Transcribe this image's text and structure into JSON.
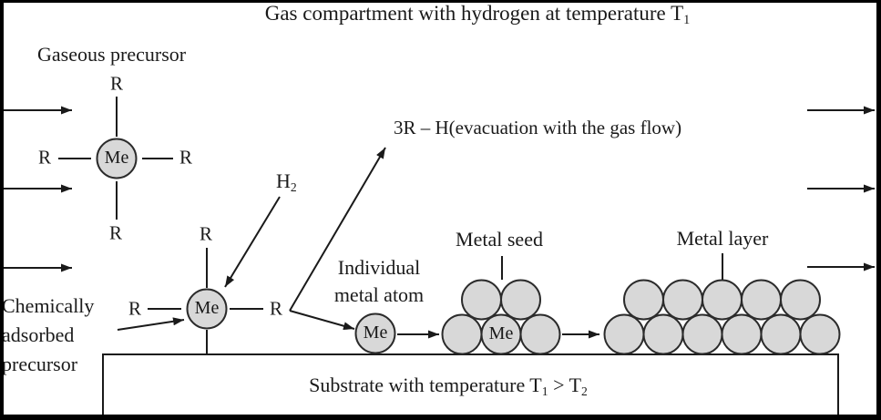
{
  "title": {
    "text": "Gas compartment with hydrogen at temperature T",
    "sub": "1"
  },
  "labels": {
    "gaseous_precursor": "Gaseous precursor",
    "chemically_adsorbed": [
      "Chemically",
      "adsorbed",
      "precursor"
    ],
    "h": "H",
    "h_sub": "2",
    "evacuation": "3R – H(evacuation with the gas flow)",
    "individual_metal_atom": [
      "Individual",
      "metal atom"
    ],
    "metal_seed": "Metal seed",
    "metal_layer": "Metal layer",
    "r_group": "R",
    "metal_atom": "Me"
  },
  "substrate": {
    "p1": "Substrate with temperature T",
    "s1": "1",
    "p2": " > T",
    "s2": "2"
  },
  "colors": {
    "atom_fill": "#d8d8d8",
    "atom_stroke": "#2b2b2b",
    "line": "#1a1a1a",
    "background": "#ffffff",
    "frame": "#000000"
  }
}
